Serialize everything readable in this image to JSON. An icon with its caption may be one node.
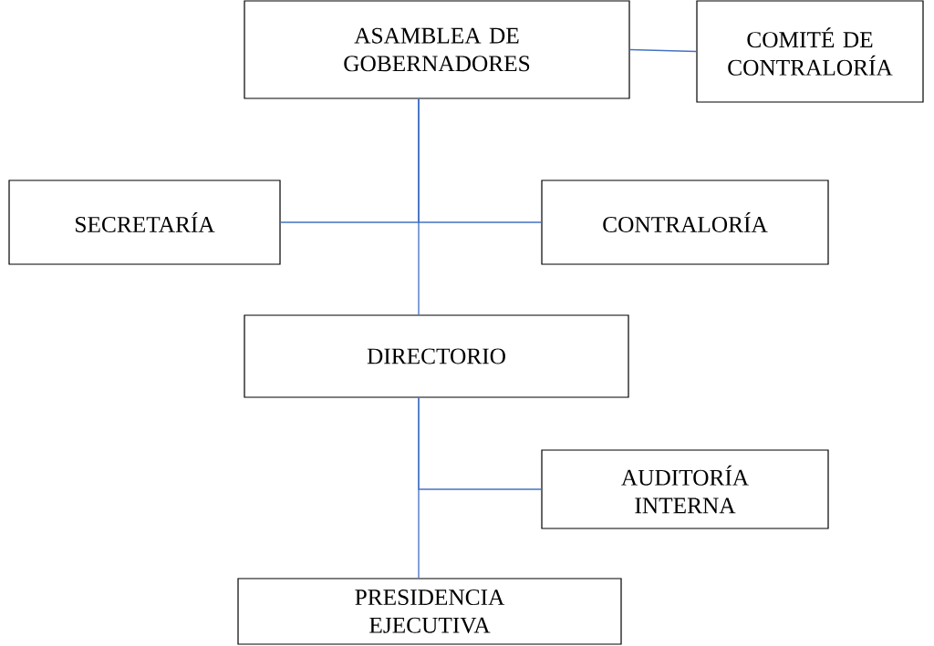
{
  "diagram": {
    "nodes": [
      {
        "text": [
          "ASAMBLEA DE GOBERNADORES"
        ]
      },
      {
        "text": [
          "COMITÉ DE CONTRALORÍA"
        ]
      },
      {
        "text": [
          "SECRETARÍA"
        ]
      },
      {
        "text": [
          "CONTRALORÍA"
        ]
      },
      {
        "text": [
          "DIRECTORIO"
        ]
      },
      {
        "text": [
          "AUDITORÍA INTERNA"
        ]
      },
      {
        "text": [
          "PRESIDENCIA EJECUTIVA"
        ]
      }
    ],
    "edges": [
      {
        "from": 0,
        "to": 1,
        "arrow": "none"
      },
      {
        "from": 0,
        "to": 4,
        "arrow": "none"
      },
      {
        "from": 0,
        "to": 2,
        "arrow": "none"
      },
      {
        "from": 0,
        "to": 3,
        "arrow": "none"
      },
      {
        "from": 4,
        "to": 6,
        "arrow": "none"
      },
      {
        "from": 4,
        "to": 5,
        "arrow": "none"
      }
    ]
  }
}
